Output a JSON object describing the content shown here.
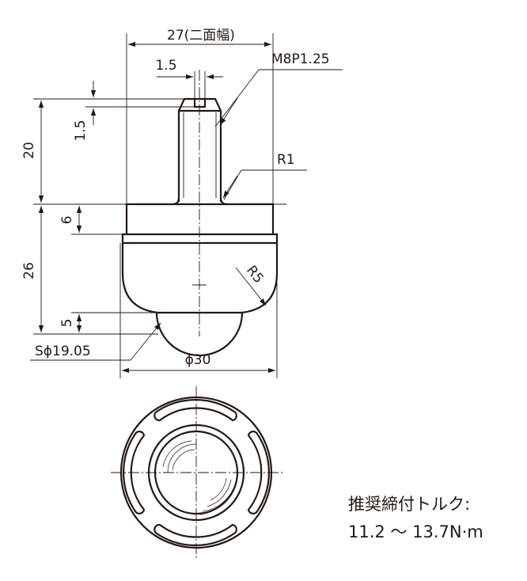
{
  "labels": {
    "width_across_flats": "27(二面幅)",
    "slot_width": "1.5",
    "thread": "M8P1.25",
    "slot_depth": "1.5",
    "stud_length": "20",
    "fillet": "R1",
    "flange_height": "6",
    "body_height": "26",
    "body_radius": "R5",
    "ball_protrusion": "5",
    "ball_diameter": "Sϕ19.05",
    "body_diameter": "ϕ30"
  },
  "torque_note": {
    "title": "推奨締付トルク:",
    "value": "11.2 ～ 13.7N·m"
  },
  "colors": {
    "line": "#231815",
    "background": "#ffffff"
  }
}
